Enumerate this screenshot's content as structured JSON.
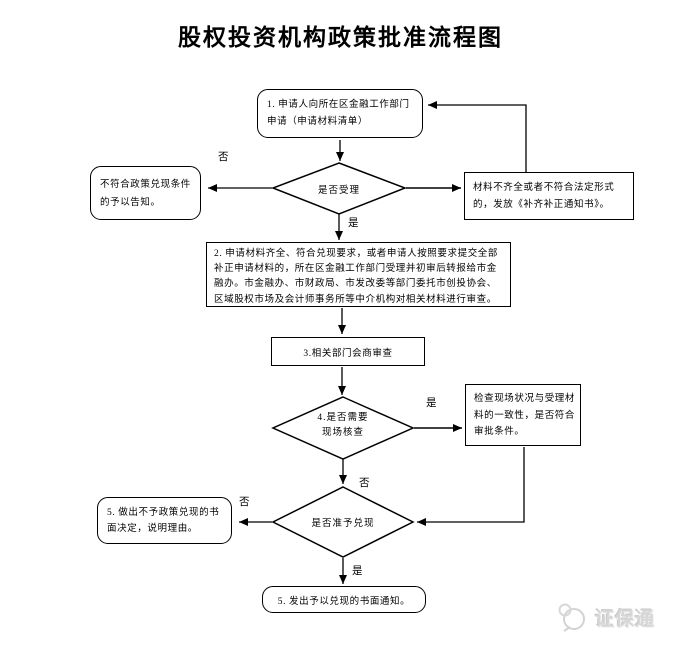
{
  "title": "股权投资机构政策批准流程图",
  "flowchart": {
    "nodes": {
      "apply": {
        "label": "1. 申请人向所在区金融工作部门申请（申请材料清单）",
        "shape": "rounded-rect"
      },
      "accept_decision": {
        "label": "是否受理",
        "shape": "diamond"
      },
      "notify_not_eligible": {
        "label": "不符合政策兑现条件的予以告知。",
        "shape": "rounded-rect"
      },
      "supplement_notice": {
        "label": "材料不齐全或者不符合法定形式的，发放《补齐补正通知书》。",
        "shape": "rect"
      },
      "review": {
        "label": "2. 申请材料齐全、符合兑现要求，或者申请人按照要求提交全部补正申请材料的，所在区金融工作部门受理并初审后转报给市金融办。市金融办、市财政局、市发改委等部门委托市创投协会、区域股权市场及会计师事务所等中介机构对相关材料进行审查。",
        "shape": "rect"
      },
      "joint_review": {
        "label": "3.相关部门会商审查",
        "shape": "rect"
      },
      "need_site_check_decision": {
        "label": "4.是否需要\n现场核查",
        "shape": "diamond"
      },
      "site_check": {
        "label": "检查现场状况与受理材料的一致性，是否符合审批条件。",
        "shape": "rect"
      },
      "grant_decision": {
        "label": "是否准予兑现",
        "shape": "diamond"
      },
      "written_refusal": {
        "label": "5. 做出不予政策兑现的书面决定，说明理由。",
        "shape": "rounded-rect"
      },
      "written_notice": {
        "label": "5. 发出予以兑现的书面通知。",
        "shape": "rounded-rect"
      }
    },
    "edge_labels": {
      "accept_no": "否",
      "accept_yes": "是",
      "need_check_yes": "是",
      "need_check_no": "否",
      "grant_no": "否",
      "grant_yes": "是"
    }
  },
  "watermark": {
    "text": "证保通"
  },
  "colors": {
    "line": "#000000",
    "background": "#ffffff",
    "watermark": "#d7d7d7"
  }
}
